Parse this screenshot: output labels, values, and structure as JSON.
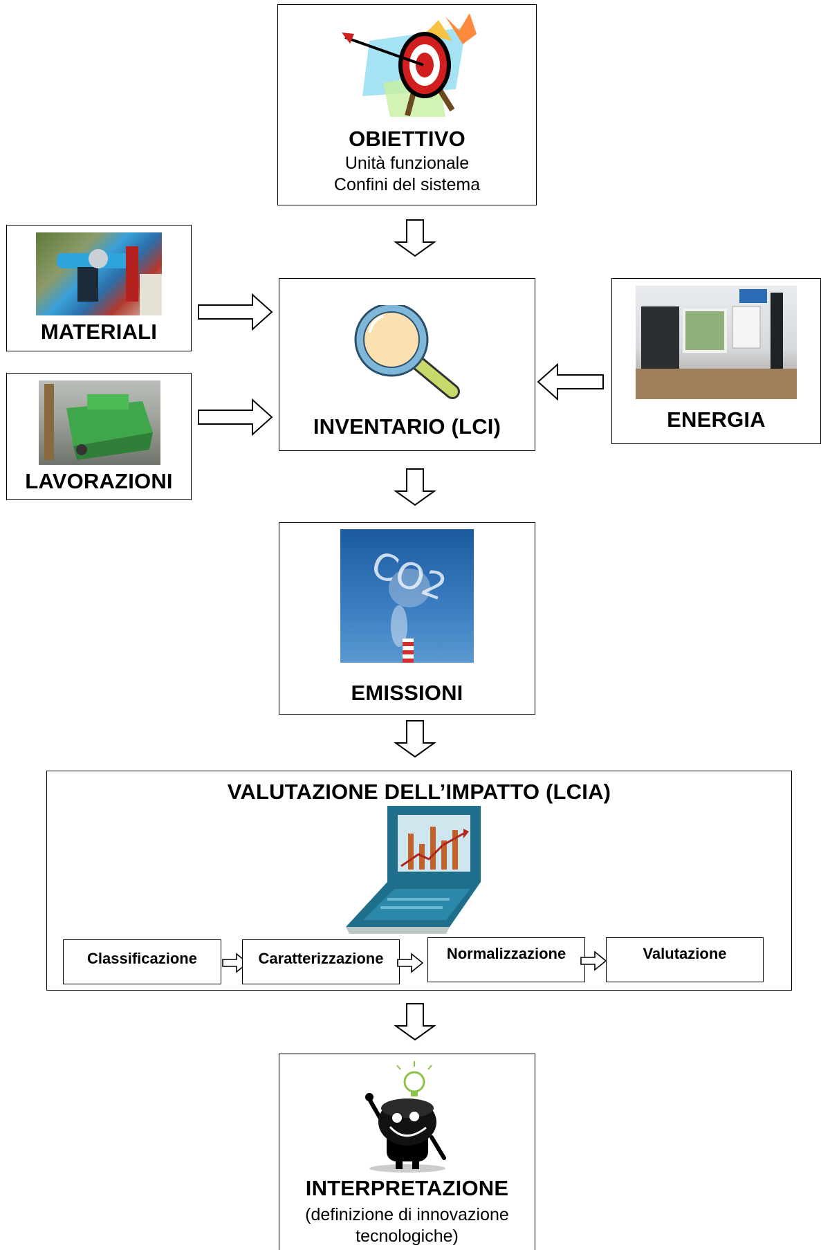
{
  "obiettivo": {
    "title": "OBIETTIVO",
    "lines": [
      "Unità funzionale",
      "Confini del sistema"
    ],
    "icon": "target-icon"
  },
  "materiali": {
    "title": "MATERIALI",
    "photo": "materials-photo"
  },
  "lavorazioni": {
    "title": "LAVORAZIONI",
    "photo": "machinery-photo"
  },
  "inventario": {
    "title": "INVENTARIO (LCI)",
    "icon": "magnifier-icon"
  },
  "energia": {
    "title": "ENERGIA",
    "photo": "control-room-photo"
  },
  "emissioni": {
    "title": "EMISSIONI",
    "photo": "co2-chimney-photo",
    "photo_text": "CO2"
  },
  "lcia": {
    "title": "VALUTAZIONE DELL’IMPATTO (LCIA)",
    "icon": "laptop-chart-icon",
    "steps": [
      "Classificazione",
      "Caratterizzazione",
      "Normalizzazione",
      "Valutazione"
    ]
  },
  "interpretazione": {
    "title": "INTERPRETAZIONE",
    "lines": [
      "(definizione di innovazione",
      "tecnologiche)"
    ],
    "icon": "idea-character-icon"
  },
  "colors": {
    "line": "#000000",
    "sky": "#2f6fb0",
    "laptop": "#1f6e8c",
    "target_red": "#d11f1f",
    "bulb": "#8bc34a"
  }
}
